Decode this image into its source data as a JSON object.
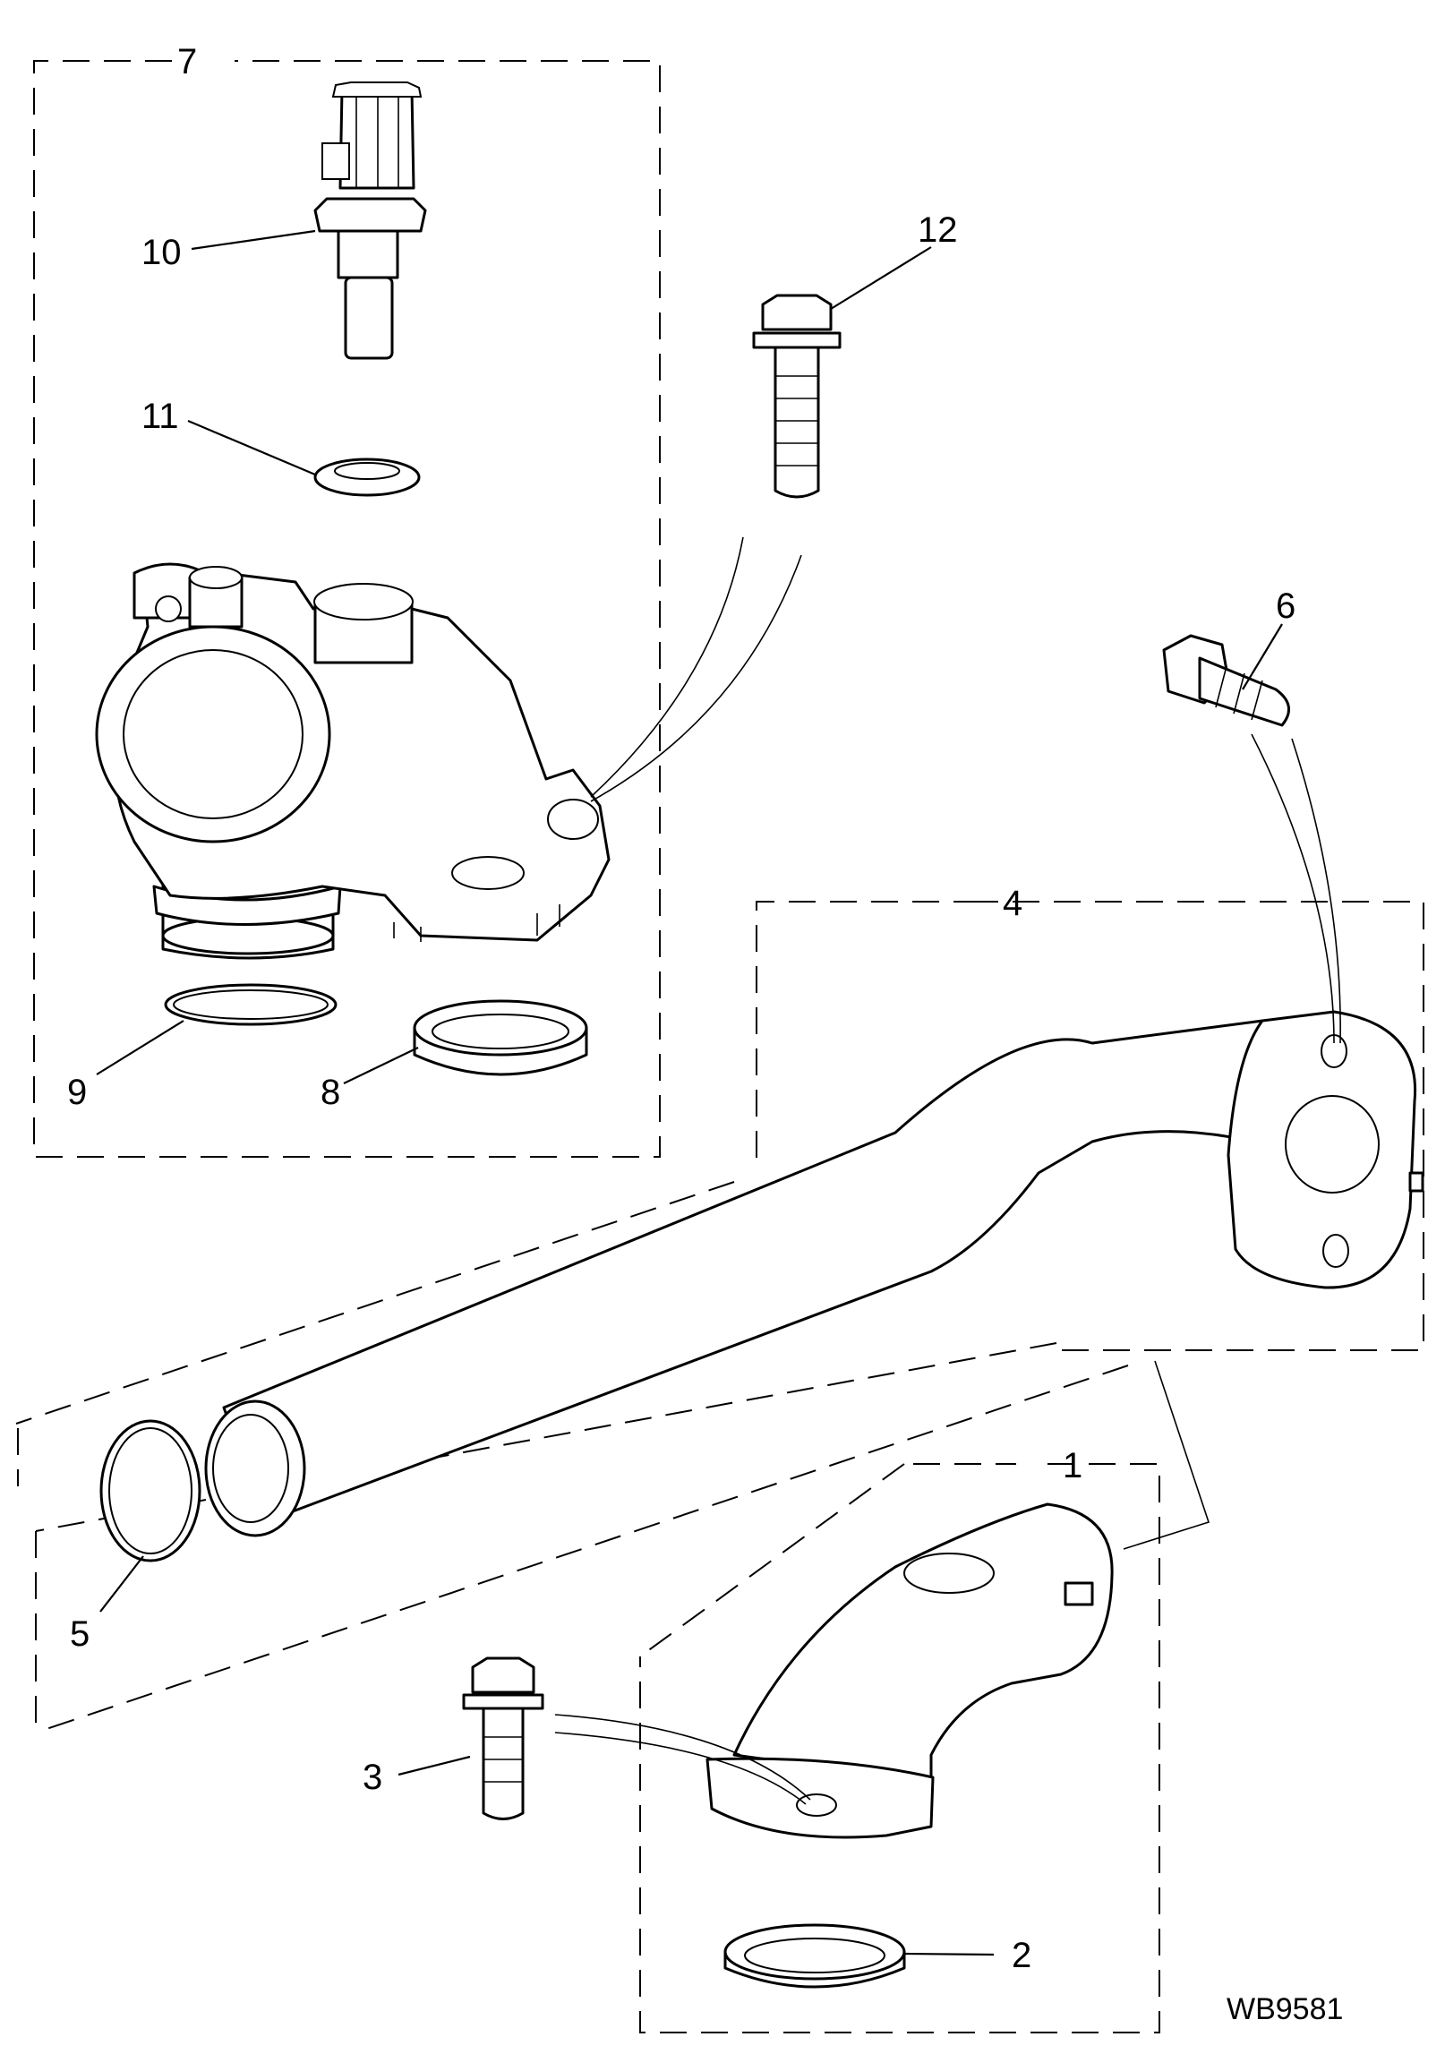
{
  "diagram": {
    "drawing_code": "WB9581",
    "callouts": [
      {
        "id": "1",
        "text": "1"
      },
      {
        "id": "2",
        "text": "2"
      },
      {
        "id": "3",
        "text": "3"
      },
      {
        "id": "4",
        "text": "4"
      },
      {
        "id": "5",
        "text": "5"
      },
      {
        "id": "6",
        "text": "6"
      },
      {
        "id": "7",
        "text": "7"
      },
      {
        "id": "8",
        "text": "8"
      },
      {
        "id": "9",
        "text": "9"
      },
      {
        "id": "10",
        "text": "10"
      },
      {
        "id": "11",
        "text": "11"
      },
      {
        "id": "12",
        "text": "12"
      }
    ]
  }
}
